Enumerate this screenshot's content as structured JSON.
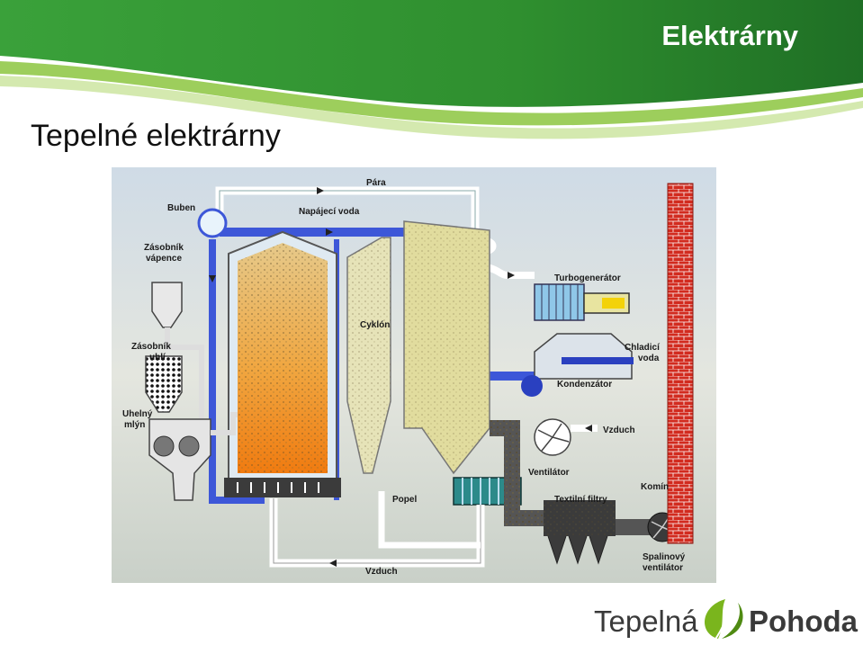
{
  "header": {
    "title": "Elektrárny",
    "subtitle": "Tepelné elektrárny",
    "banner_color": "#2f8f2f"
  },
  "diagram": {
    "labels": {
      "para": "Pára",
      "buben": "Buben",
      "napajeci_voda": "Napájecí voda",
      "zasobnik_vapence_1": "Zásobník",
      "zasobnik_vapence_2": "vápence",
      "turbogenerator": "Turbogenerátor",
      "cyklon": "Cyklón",
      "zasobnik_uhli_1": "Zásobník",
      "zasobnik_uhli_2": "uhlí",
      "chladici_voda_1": "Chladicí",
      "chladici_voda_2": "voda",
      "kondenzator": "Kondenzátor",
      "uhelny_mlyn_1": "Uhelný",
      "uhelny_mlyn_2": "mlýn",
      "vzduch_top": "Vzduch",
      "ventilator": "Ventilátor",
      "komin": "Komín",
      "popel": "Popel",
      "textilni_filtry": "Textilní filtry",
      "spalinovy_ventilator_1": "Spalinový",
      "spalinovy_ventilator_2": "ventilátor",
      "vzduch_bottom": "Vzduch"
    }
  },
  "logo": {
    "word1": "Tepelná",
    "word2": "Pohoda",
    "leaf_color": "#7ab51d"
  }
}
